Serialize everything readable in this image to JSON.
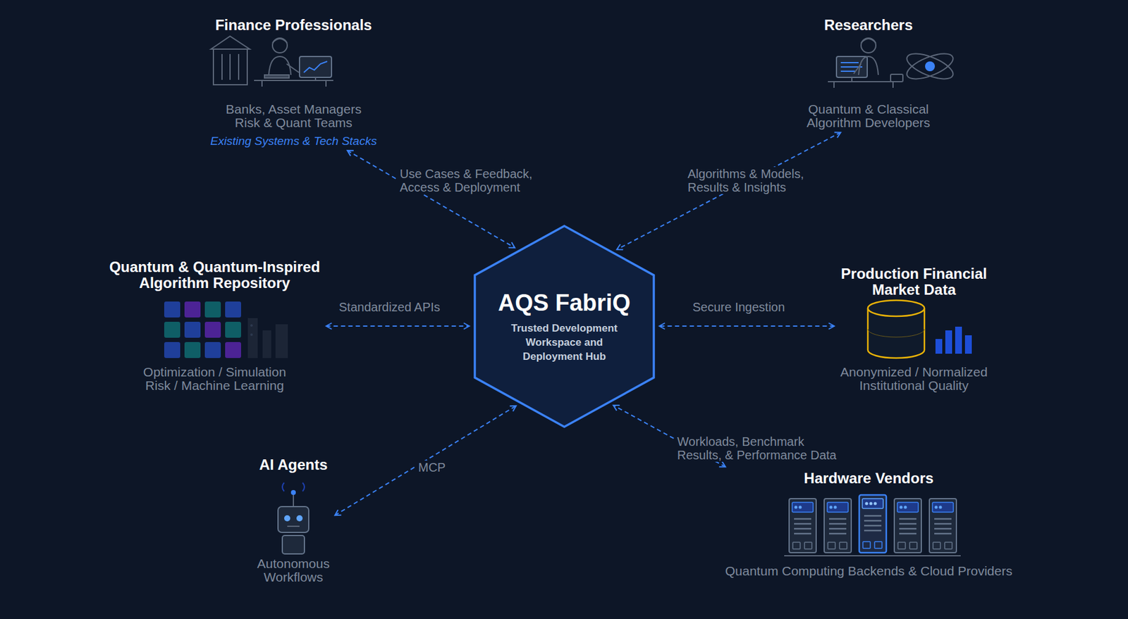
{
  "diagram": {
    "nodes": [
      {
        "text": [
          "Finance Professionals",
          "Banks, Asset Managers Risk & Quant Teams",
          "Existing Systems & Tech Stacks"
        ]
      },
      {
        "text": [
          "Researchers",
          "Quantum & Classical Algorithm Developers"
        ]
      },
      {
        "text": [
          "Quantum & Quantum-Inspired Algorithm Repository",
          "Optimization / Simulation Risk / Machine Learning"
        ]
      },
      {
        "text": [
          "AQS FabriQ",
          "Trusted Development Workspace and Deployment Hub"
        ]
      },
      {
        "text": [
          "Production Financial Market Data",
          "Anonymized / Normalized Institutional Quality"
        ]
      },
      {
        "text": [
          "AI Agents",
          "Autonomous Workflows"
        ]
      },
      {
        "text": [
          "Hardware Vendors",
          "Quantum Computing Backends & Cloud Providers"
        ]
      }
    ],
    "edges": [
      {
        "from": 0,
        "to": 3,
        "arrow": "both",
        "label": "Use Cases & Feedback, Access & Deployment"
      },
      {
        "from": 1,
        "to": 3,
        "arrow": "both",
        "label": "Algorithms & Models, Results & Insights"
      },
      {
        "from": 2,
        "to": 3,
        "arrow": "both",
        "label": "Standardized APIs"
      },
      {
        "from": 4,
        "to": 3,
        "arrow": "both",
        "label": "Secure Ingestion"
      },
      {
        "from": 5,
        "to": 3,
        "arrow": "both",
        "label": "MCP"
      },
      {
        "from": 6,
        "to": 3,
        "arrow": "both",
        "label": "Workloads, Benchmark Results, & Performance Data"
      }
    ]
  }
}
